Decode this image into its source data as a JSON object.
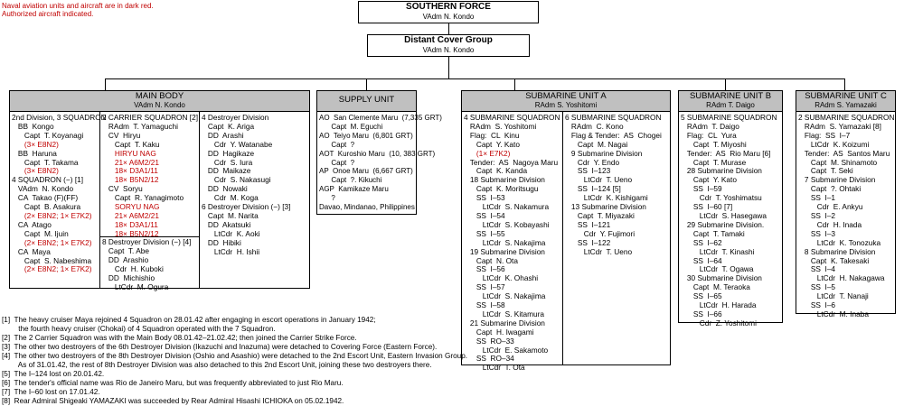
{
  "legend_note": "Naval aviation units and aircraft are in dark red.\nAuthorized aircraft indicated.",
  "southern_force": {
    "title": "SOUTHERN FORCE",
    "commander": "VAdm  N. Kondo"
  },
  "distant_cover": {
    "title": "Distant Cover Group",
    "commander": "VAdm  N. Kondo"
  },
  "units": [
    {
      "title": "MAIN BODY",
      "commander": "VAdm  N. Kondo"
    },
    {
      "title": "SUPPLY UNIT",
      "commander": ""
    },
    {
      "title": "SUBMARINE UNIT A",
      "commander": "RAdm  S. Yoshitomi"
    },
    {
      "title": "SUBMARINE UNIT B",
      "commander": "RAdm  T. Daigo"
    },
    {
      "title": "SUBMARINE UNIT C",
      "commander": "RAdm  S. Yamazaki"
    }
  ],
  "main_body": {
    "col1": [
      [
        "2nd Division, 3 SQUADRON",
        ""
      ],
      [
        "   BB  Kongo",
        ""
      ],
      [
        "      Capt  T. Koyanagi",
        ""
      ],
      [
        "      (3× E8N2)",
        "red"
      ],
      [
        "   BB  Haruna",
        ""
      ],
      [
        "      Capt  T. Takama",
        ""
      ],
      [
        "      (3× E8N2)",
        "red"
      ],
      [
        "4 SQUADRON (−) [1]",
        ""
      ],
      [
        "   VAdm  N. Kondo",
        ""
      ],
      [
        "   CA  Takao (F)(FF)",
        ""
      ],
      [
        "      Capt  B. Asakura",
        ""
      ],
      [
        "      (2× E8N2; 1× E7K2)",
        "red"
      ],
      [
        "   CA  Atago",
        ""
      ],
      [
        "      Capt  M. Ijuin",
        ""
      ],
      [
        "      (2× E8N2; 1× E7K2)",
        "red"
      ],
      [
        "   CA  Maya",
        ""
      ],
      [
        "      Capt  S. Nabeshima",
        ""
      ],
      [
        "      (2× E8N2; 1× E7K2)",
        "red"
      ]
    ],
    "col2a": [
      [
        "2 CARRIER SQUADRON [2]",
        ""
      ],
      [
        "   RAdm  T. Yamaguchi",
        ""
      ],
      [
        "   CV  Hiryu",
        ""
      ],
      [
        "      Capt  T. Kaku",
        ""
      ],
      [
        "      HIRYU NAG",
        "red"
      ],
      [
        "      21× A6M2/21",
        "red"
      ],
      [
        "      18× D3A1/11",
        "red"
      ],
      [
        "      18× B5N2/12",
        "red"
      ],
      [
        "   CV  Soryu",
        ""
      ],
      [
        "      Capt  R. Yanagimoto",
        ""
      ],
      [
        "      SORYU NAG",
        "red"
      ],
      [
        "      21× A6M2/21",
        "red"
      ],
      [
        "      18× D3A1/11",
        "red"
      ],
      [
        "      18× B5N2/12",
        "red"
      ]
    ],
    "col2b": [
      [
        "8 Destroyer Division (−) [4]",
        ""
      ],
      [
        "   Capt  T. Abe",
        ""
      ],
      [
        "   DD  Arashio",
        ""
      ],
      [
        "      Cdr  H. Kuboki",
        ""
      ],
      [
        "   DD  Michishio",
        ""
      ],
      [
        "      LtCdr  M. Ogura",
        ""
      ]
    ],
    "col3": [
      [
        "4 Destroyer Division",
        ""
      ],
      [
        "   Capt  K. Ariga",
        ""
      ],
      [
        "   DD  Arashi",
        ""
      ],
      [
        "      Cdr  Y. Watanabe",
        ""
      ],
      [
        "   DD  Hagikaze",
        ""
      ],
      [
        "      Cdr  S. Iura",
        ""
      ],
      [
        "   DD  Maikaze",
        ""
      ],
      [
        "      Cdr  S. Nakasugi",
        ""
      ],
      [
        "   DD  Nowaki",
        ""
      ],
      [
        "      Cdr  M. Koga",
        ""
      ],
      [
        "6 Destroyer Division (−) [3]",
        ""
      ],
      [
        "   Capt  M. Narita",
        ""
      ],
      [
        "   DD  Akatsuki",
        ""
      ],
      [
        "      LtCdr  K. Aoki",
        ""
      ],
      [
        "   DD  Hibiki",
        ""
      ],
      [
        "      LtCdr  H. Ishii",
        ""
      ]
    ]
  },
  "supply": [
    [
      "AO  San Clemente Maru  (7,335 GRT)",
      ""
    ],
    [
      "      Capt  M. Eguchi",
      ""
    ],
    [
      "AO  Teiyo Maru  (6,801 GRT)",
      ""
    ],
    [
      "      Capt  ?",
      ""
    ],
    [
      "AOT  Kuroshio Maru  (10, 383 GRT)",
      ""
    ],
    [
      "      Capt  ?",
      ""
    ],
    [
      "AP  Onoe Maru  (6,667 GRT)",
      ""
    ],
    [
      "      Capt  ?. Kikuchi",
      ""
    ],
    [
      "AGP  Kamikaze Maru",
      ""
    ],
    [
      "      ?",
      ""
    ],
    [
      "Davao, Mindanao, Philippines",
      ""
    ]
  ],
  "sub_a": {
    "col1": [
      [
        "4 SUBMARINE SQUADRON",
        ""
      ],
      [
        "   RAdm  S. Yoshitomi",
        ""
      ],
      [
        "   Flag:  CL  Kinu",
        ""
      ],
      [
        "      Capt  Y. Kato",
        ""
      ],
      [
        "      (1× E7K2)",
        "red"
      ],
      [
        "   Tender:  AS  Nagoya Maru",
        ""
      ],
      [
        "      Capt  K. Kanda",
        ""
      ],
      [
        "   18 Submarine Division",
        ""
      ],
      [
        "      Capt  K. Moritsugu",
        ""
      ],
      [
        "      SS  I–53",
        ""
      ],
      [
        "         LtCdr  S. Nakamura",
        ""
      ],
      [
        "      SS  I–54",
        ""
      ],
      [
        "         LtCdr  S. Kobayashi",
        ""
      ],
      [
        "      SS  I–55",
        ""
      ],
      [
        "         LtCdr  S. Nakajima",
        ""
      ],
      [
        "   19 Submarine Division",
        ""
      ],
      [
        "      Capt  N. Ota",
        ""
      ],
      [
        "      SS  I–56",
        ""
      ],
      [
        "         LtCdr  K. Ohashi",
        ""
      ],
      [
        "      SS  I–57",
        ""
      ],
      [
        "         LtCdr  S. Nakajima",
        ""
      ],
      [
        "      SS  I–58",
        ""
      ],
      [
        "         LtCdr  S. Kitamura",
        ""
      ],
      [
        "   21 Submarine Division",
        ""
      ],
      [
        "      Capt  H. Iwagami",
        ""
      ],
      [
        "      SS  RO–33",
        ""
      ],
      [
        "         LtCdr  E. Sakamoto",
        ""
      ],
      [
        "      SS  RO–34",
        ""
      ],
      [
        "         LtCdr  T. Ota",
        ""
      ]
    ],
    "col2": [
      [
        "6 SUBMARINE SQUADRON",
        ""
      ],
      [
        "   RAdm  C. Kono",
        ""
      ],
      [
        "   Flag & Tender:  AS  Chogei",
        ""
      ],
      [
        "      Capt  M. Nagai",
        ""
      ],
      [
        "   9 Submarine Division",
        ""
      ],
      [
        "      Cdr  Y. Endo",
        ""
      ],
      [
        "      SS  I–123",
        ""
      ],
      [
        "         LtCdr  T. Ueno",
        ""
      ],
      [
        "      SS  I–124 [5]",
        ""
      ],
      [
        "         LtCdr  K. Kishigami",
        ""
      ],
      [
        "   13 Submarine Division",
        ""
      ],
      [
        "      Capt  T. Miyazaki",
        ""
      ],
      [
        "      SS  I–121",
        ""
      ],
      [
        "         Cdr  Y. Fujimori",
        ""
      ],
      [
        "      SS  I–122",
        ""
      ],
      [
        "         LtCdr  T. Ueno",
        ""
      ]
    ]
  },
  "sub_b": [
    [
      "5 SUBMARINE SQUADRON",
      ""
    ],
    [
      "   RAdm  T. Daigo",
      ""
    ],
    [
      "   Flag:  CL  Yura",
      ""
    ],
    [
      "      Capt  T. Miyoshi",
      ""
    ],
    [
      "   Tender:  AS  Rio Maru [6]",
      ""
    ],
    [
      "      Capt  T. Murase",
      ""
    ],
    [
      "   28 Submarine Division",
      ""
    ],
    [
      "      Capt  Y. Kato",
      ""
    ],
    [
      "      SS  I–59",
      ""
    ],
    [
      "         Cdr  T. Yoshimatsu",
      ""
    ],
    [
      "      SS  I–60 [7]",
      ""
    ],
    [
      "         LtCdr  S. Hasegawa",
      ""
    ],
    [
      "   29 Submarine Division.",
      ""
    ],
    [
      "      Capt  T. Tamaki",
      ""
    ],
    [
      "      SS  I–62",
      ""
    ],
    [
      "         LtCdr  T. Kinashi",
      ""
    ],
    [
      "      SS  I–64",
      ""
    ],
    [
      "         LtCdr  T. Ogawa",
      ""
    ],
    [
      "   30 Submarine Division",
      ""
    ],
    [
      "      Capt  M. Teraoka",
      ""
    ],
    [
      "      SS  I–65",
      ""
    ],
    [
      "         LtCdr  H. Harada",
      ""
    ],
    [
      "      SS  I–66",
      ""
    ],
    [
      "         Cdr  Z. Yoshitomi",
      ""
    ]
  ],
  "sub_c": [
    [
      "2 SUBMARINE SQUADRON",
      ""
    ],
    [
      "   RAdm  S. Yamazaki [8]",
      ""
    ],
    [
      "   Flag:  SS  I–7",
      ""
    ],
    [
      "      LtCdr  K. Koizumi",
      ""
    ],
    [
      "   Tender:  AS  Santos Maru",
      ""
    ],
    [
      "      Capt  M. Shinamoto",
      ""
    ],
    [
      "      Capt  T. Seki",
      ""
    ],
    [
      "   7 Submarine Division",
      ""
    ],
    [
      "      Capt  ?. Ohtaki",
      ""
    ],
    [
      "      SS  I–1",
      ""
    ],
    [
      "         Cdr  E. Ankyu",
      ""
    ],
    [
      "      SS  I–2",
      ""
    ],
    [
      "         Cdr  H. Inada",
      ""
    ],
    [
      "      SS  I–3",
      ""
    ],
    [
      "         LtCdr  K. Tonozuka",
      ""
    ],
    [
      "   8 Submarine Division",
      ""
    ],
    [
      "      Capt  K. Takesaki",
      ""
    ],
    [
      "      SS  I–4",
      ""
    ],
    [
      "         LtCdr  H. Nakagawa",
      ""
    ],
    [
      "      SS  I–5",
      ""
    ],
    [
      "         LtCdr  T. Nanaji",
      ""
    ],
    [
      "      SS  I–6",
      ""
    ],
    [
      "         LtCdr  M. Inaba",
      ""
    ]
  ],
  "footnotes": [
    "[1]  The heavy cruiser Maya rejoined 4 Squadron on 28.01.42 after engaging in escort operations in January 1942;",
    "        the fourth heavy cruiser (Chokai) of 4 Squadron operated with the 7 Squadron.",
    "[2]  The 2 Carrier Squadron was with the Main Body 08.01.42–21.02.42; then joined the Carrier Strike Force.",
    "[3]  The other two destroyers of the 6th Destroyer Division (Ikazuchi and Inazuma) were detached to Covering Force (Eastern Force).",
    "[4]  The other two destroyers of the 8th Destroyer Division (Oshio and Asashio) were detached to the 2nd Escort Unit, Eastern Invasion Group.",
    "        As of 31.01.42, the rest of 8th Destroyer Division was also detached to this 2nd Escort Unit, joining these two destroyers there.",
    "[5]  The I–124 lost on 20.01.42.",
    "[6]  The tender's official name was Rio de Janeiro Maru, but was frequently abbreviated to just Rio Maru.",
    "[7]  The I–60 lost on 17.01.42.",
    "[8]  Rear Admiral Shigeaki YAMAZAKI was succeeded by Rear Admiral Hisashi ICHIOKA on 05.02.1942."
  ]
}
